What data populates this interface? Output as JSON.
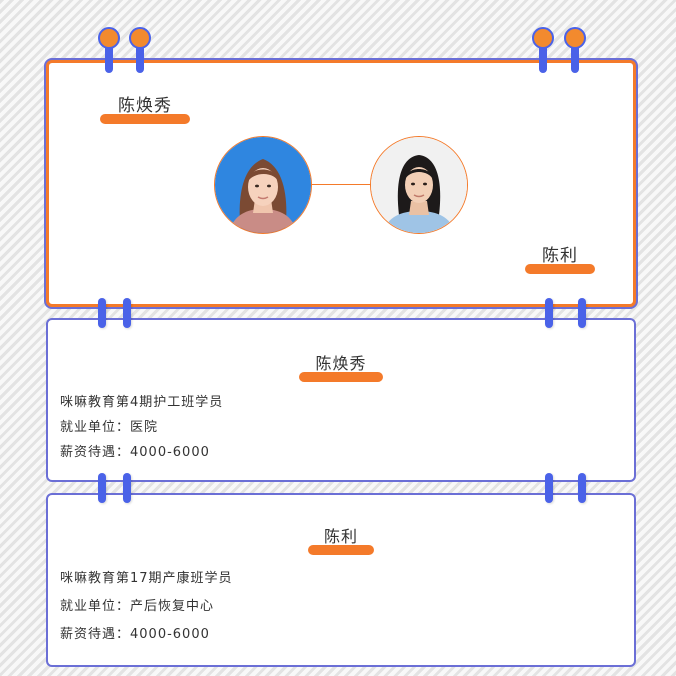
{
  "hero": {
    "name_left": "陈焕秀",
    "name_right": "陈利",
    "avatar_left_icon": "portrait-woman-blue-bg",
    "avatar_right_icon": "portrait-woman-light-bg"
  },
  "students": [
    {
      "name": "陈焕秀",
      "course": "咪嘛教育第4期护工班学员",
      "employer": "就业单位：医院",
      "salary": "薪资待遇：4000-6000"
    },
    {
      "name": "陈利",
      "course": "咪嘛教育第17期产康班学员",
      "employer": "就业单位：产后恢复中心",
      "salary": "薪资待遇：4000-6000"
    }
  ],
  "colors": {
    "accent_orange": "#f47a2a",
    "accent_blue": "#4a62e8",
    "border_purple": "#6b6fd6"
  }
}
